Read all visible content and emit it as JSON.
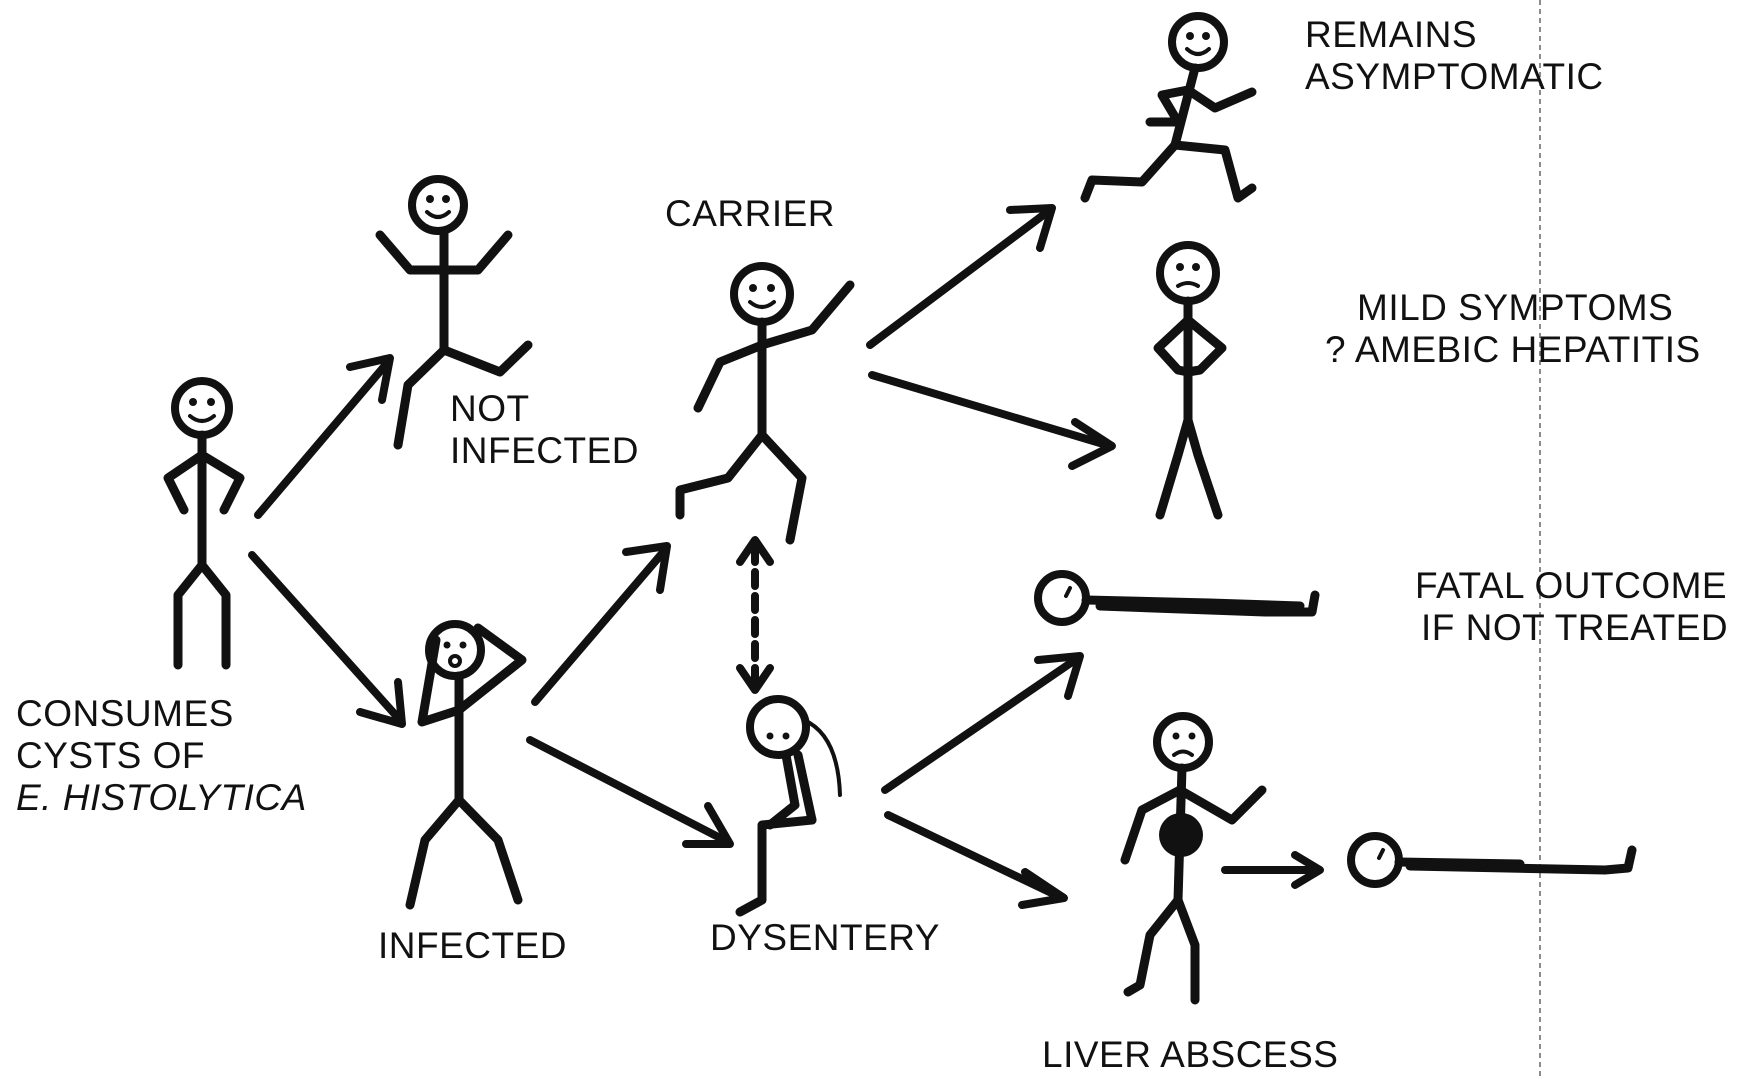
{
  "labels": {
    "consumes": [
      "CONSUMES",
      "CYSTS OF"
    ],
    "organism": "E. HISTOLYTICA",
    "not_infected": [
      "NOT",
      "INFECTED"
    ],
    "infected": "INFECTED",
    "carrier": "CARRIER",
    "dysentery": "DYSENTERY",
    "remains_asymptomatic": [
      "REMAINS",
      "ASYMPTOMATIC"
    ],
    "mild_symptoms": [
      "MILD SYMPTOMS",
      "? AMEBIC HEPATITIS"
    ],
    "fatal_outcome": [
      "FATAL OUTCOME",
      "IF NOT TREATED"
    ],
    "liver_abscess": "LIVER ABSCESS"
  },
  "figure_icons": [
    "standing-person-icon",
    "jumping-person-icon",
    "worried-person-icon",
    "running-person-icon",
    "sitting-person-icon",
    "sick-person-icon",
    "dead-person-icon"
  ],
  "colors": {
    "ink": "#111111",
    "background": "#ffffff"
  }
}
